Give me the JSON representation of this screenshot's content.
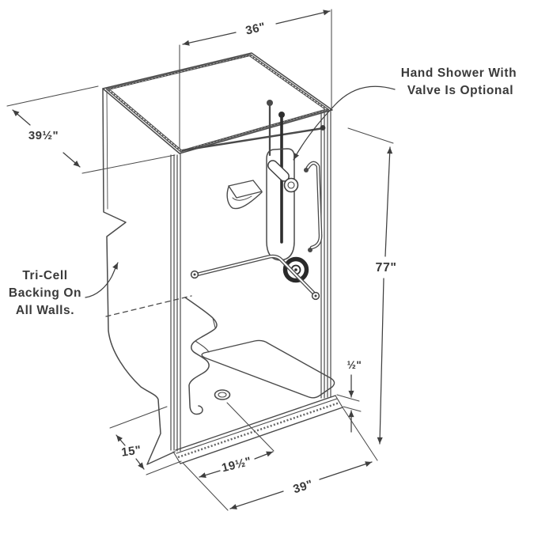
{
  "drawing": {
    "background": "#ffffff",
    "stroke_color": "#4a4a4a",
    "dark_color": "#2e2e2e",
    "text_color": "#3a3a3a"
  },
  "labels": {
    "hand_shower": {
      "line1": "Hand Shower With",
      "line2": "Valve Is Optional"
    },
    "tri_cell": {
      "line1": "Tri-Cell",
      "line2": "Backing On",
      "line3": "All Walls."
    }
  },
  "dimensions": {
    "back_width": "36\"",
    "side_depth": "39½\"",
    "height": "77\"",
    "threshold_height": "½\"",
    "seat_section": "15\"",
    "drain_offset": "19½\"",
    "front_width": "39\""
  }
}
